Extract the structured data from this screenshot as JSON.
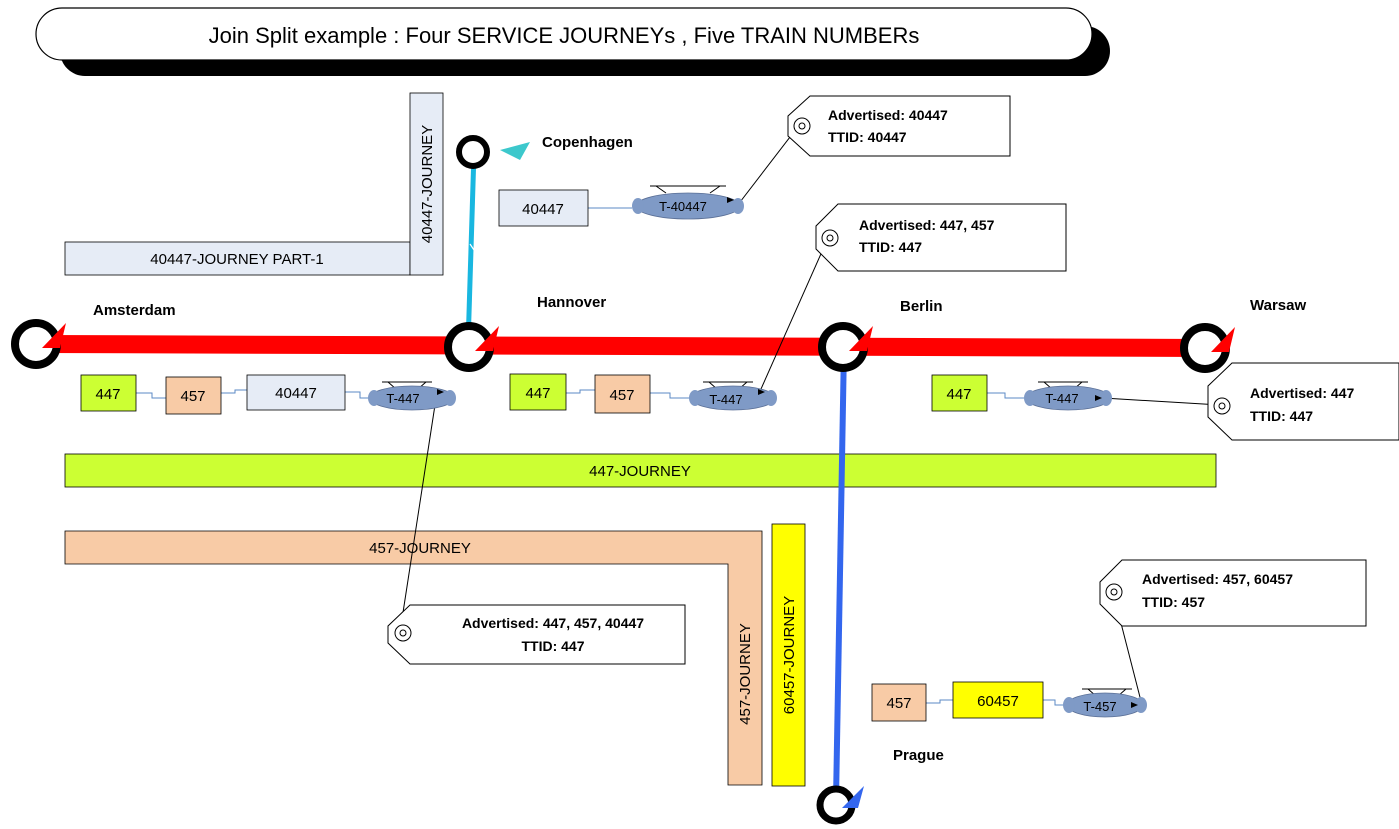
{
  "title": "Join Split example : Four SERVICE JOURNEYs , Five TRAIN NUMBERs",
  "colors": {
    "main_line": "#ff0000",
    "copenhagen_line": "#19b7e0",
    "prague_line": "#3366ee",
    "journey_447": "#ccff33",
    "journey_457": "#f8cba6",
    "journey_40447": "#e6ecf6",
    "journey_60457": "#ffff00",
    "train_shape": "#7f9ac6"
  },
  "stations": {
    "amsterdam": "Amsterdam",
    "hannover": "Hannover",
    "berlin": "Berlin",
    "warsaw": "Warsaw",
    "copenhagen": "Copenhagen",
    "prague": "Prague"
  },
  "journeys": {
    "j447": "447-JOURNEY",
    "j457_horizontal": "457-JOURNEY",
    "j457_vertical": "457-JOURNEY",
    "j60457": "60457-JOURNEY",
    "j40447_part1": "40447-JOURNEY PART-1",
    "j40447_vertical": "40447-JOURNEY"
  },
  "train_numbers": {
    "ams_447": "447",
    "ams_457": "457",
    "ams_40447": "40447",
    "han_447": "447",
    "han_457": "457",
    "ber_447": "447",
    "cph_40447": "40447",
    "pra_457": "457",
    "pra_60457": "60457"
  },
  "trains": {
    "t_ams": "T-447",
    "t_han": "T-447",
    "t_ber": "T-447",
    "t_cph": "T-40447",
    "t_pra": "T-457"
  },
  "tags": {
    "cph": {
      "advertised": "Advertised: 40447",
      "ttid": "TTID: 40447"
    },
    "han": {
      "advertised": "Advertised: 447, 457",
      "ttid": "TTID: 447"
    },
    "ber": {
      "advertised": "Advertised: 447",
      "ttid": "TTID: 447"
    },
    "pra": {
      "advertised": "Advertised: 457, 60457",
      "ttid": "TTID: 457"
    },
    "ams": {
      "advertised": "Advertised: 447, 457, 40447",
      "ttid": "TTID: 447"
    }
  }
}
